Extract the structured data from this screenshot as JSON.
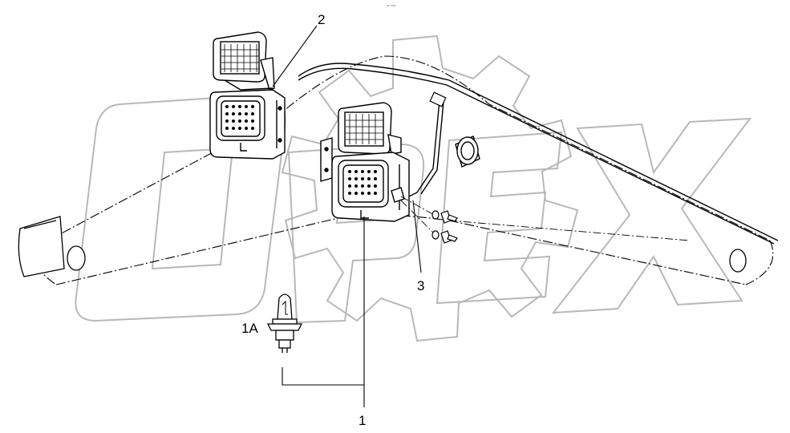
{
  "callouts": {
    "part_1": "1",
    "part_1a": "1A",
    "part_2": "2",
    "part_3": "3"
  },
  "watermark": {
    "text": "OPEX",
    "color": "#b8b8b8"
  },
  "header_mark": "°° °°°",
  "colors": {
    "line": "#000000",
    "background": "#ffffff"
  },
  "icons": [
    "work-lamp-icon",
    "headlamp-icon",
    "halogen-bulb-icon",
    "bolt-icon",
    "washer-icon",
    "bushing-icon",
    "wiring-harness-icon",
    "bracket-icon"
  ]
}
